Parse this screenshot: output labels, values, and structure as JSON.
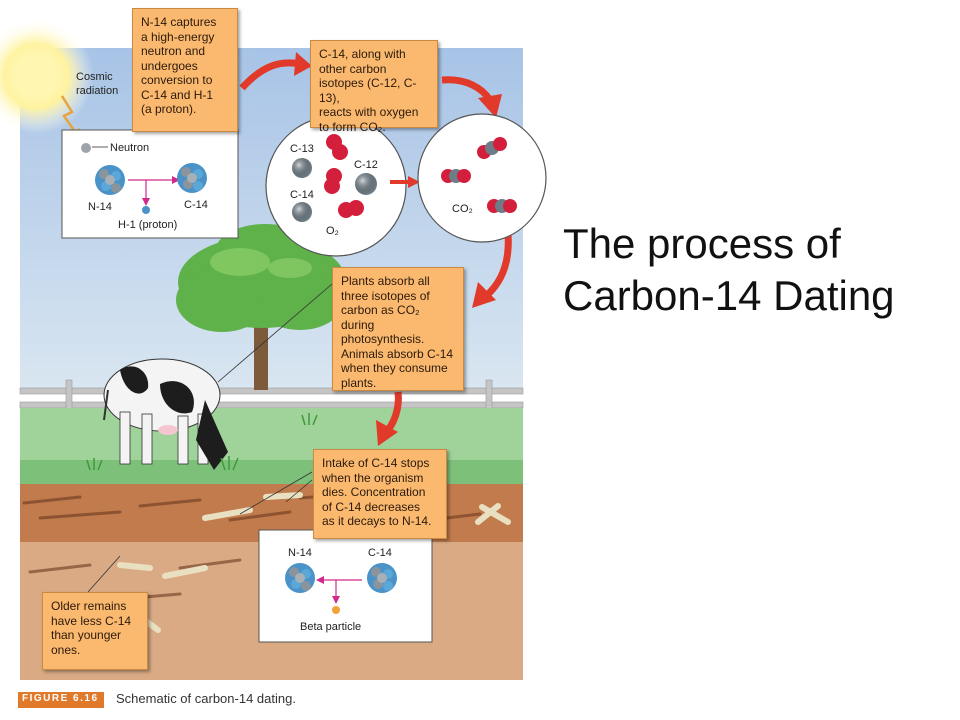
{
  "title": "The process of\nCarbon-14 Dating",
  "figure": {
    "label": "FIGURE 6.16",
    "caption": "Schematic of carbon-14 dating."
  },
  "boxes": {
    "step1": "N-14 captures\na high-energy\nneutron and\nundergoes\nconversion to\nC-14 and H-1\n(a proton).",
    "step2": "C-14, along with\nother carbon\nisotopes (C-12, C-13),\nreacts with oxygen\nto form CO₂.",
    "step3": "Plants absorb all\nthree isotopes of\ncarbon as CO₂ during\nphotosynthesis.\nAnimals absorb C-14\nwhen they consume\nplants.",
    "step4": "Intake of C-14 stops\nwhen the organism\ndies. Concentration\nof C-14 decreases\nas it decays to N-14.",
    "step5": "Older remains\nhave less C-14\nthan younger\nones."
  },
  "labels": {
    "cosmic": "Cosmic",
    "radiation": "radiation",
    "neutron": "Neutron",
    "n14": "N-14",
    "c14": "C-14",
    "h1": "H-1 (proton)",
    "c13": "C-13",
    "c12": "C-12",
    "c14b": "C-14",
    "o2": "O₂",
    "co2": "CO₂",
    "n14b": "N-14",
    "c14c": "C-14",
    "beta": "Beta particle"
  },
  "colors": {
    "sky": "#a9c6e6",
    "ground": "#c07a4c",
    "box": "#fbb970",
    "arrow": "#e23a2a",
    "oxygen": "#d41f3c",
    "carbon": "#6d7c86",
    "nucleus_blue": "#4a93c9"
  }
}
